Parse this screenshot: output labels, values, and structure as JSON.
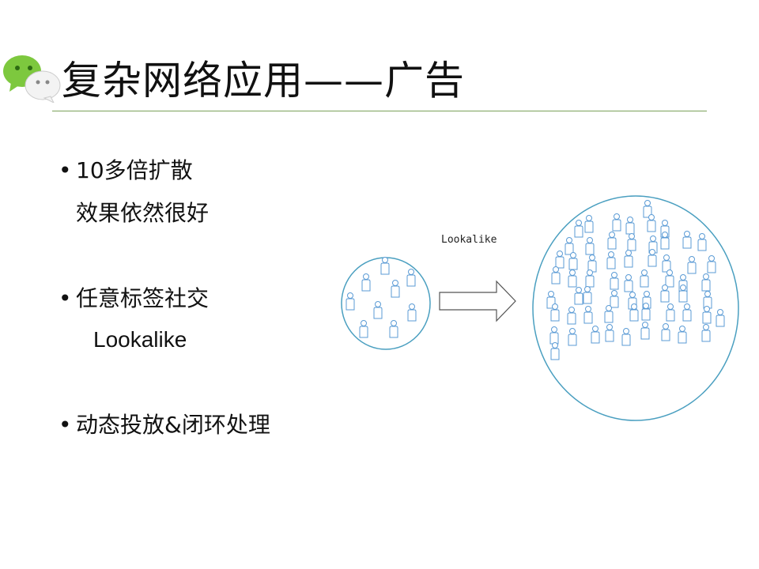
{
  "title": "复杂网络应用——广告",
  "logo": "wechat-logo",
  "bullets": [
    {
      "lines": [
        "10多倍扩散",
        "效果依然很好"
      ]
    },
    {
      "lines": [
        "任意标签社交",
        "Lookalike"
      ]
    },
    {
      "lines": [
        "动态投放&闭环处理"
      ]
    }
  ],
  "diagram": {
    "arrow_label": "Lookalike",
    "seed_count": 9,
    "expanded_count": 62,
    "circle_color": "#4a9fc0",
    "person_color": "#5b9bd5"
  }
}
